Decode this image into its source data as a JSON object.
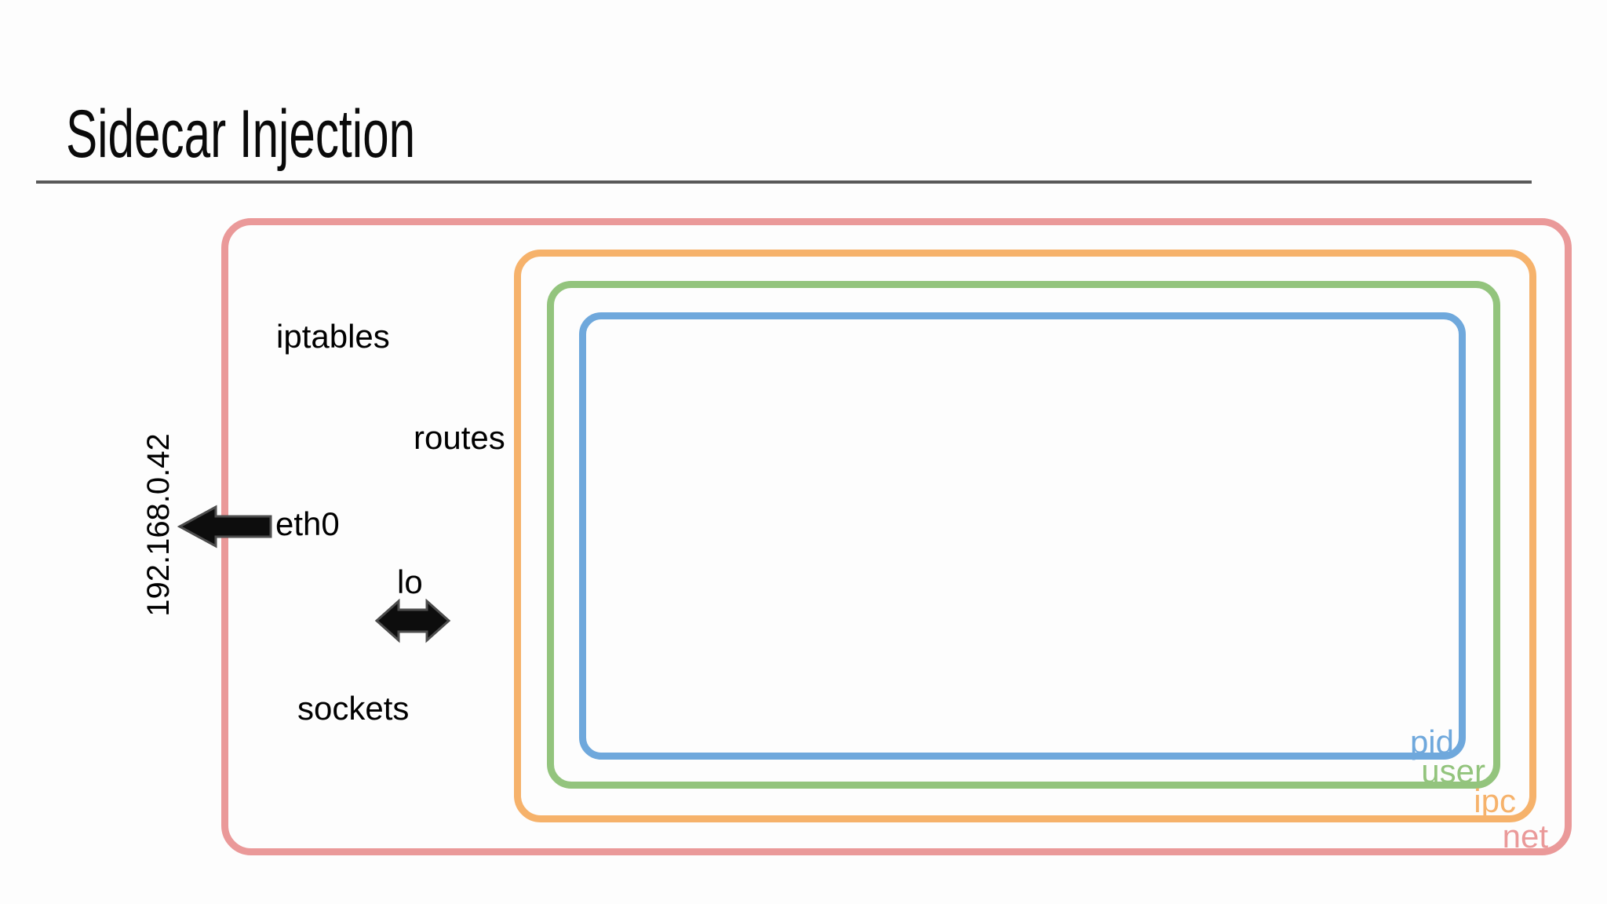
{
  "title": "Sidecar Injection",
  "divider_color": "#595959",
  "background_color": "#fdfdfd",
  "diagram": {
    "namespaces": [
      {
        "id": "net",
        "label": "net",
        "color": "#ea9999"
      },
      {
        "id": "ipc",
        "label": "ipc",
        "color": "#f6b26b"
      },
      {
        "id": "user",
        "label": "user",
        "color": "#93c47d"
      },
      {
        "id": "pid",
        "label": "pid",
        "color": "#6fa8dc"
      }
    ],
    "host_labels": {
      "iptables": "iptables",
      "routes": "routes",
      "eth0": "eth0",
      "lo": "lo",
      "sockets": "sockets",
      "ip_address": "192.168.0.42"
    },
    "icons": {
      "eth0_arrow": "left-arrow-icon",
      "lo_arrow": "double-headed-arrow-icon"
    },
    "arrow_color": "#0d0d0d",
    "text_color": "#000000"
  }
}
